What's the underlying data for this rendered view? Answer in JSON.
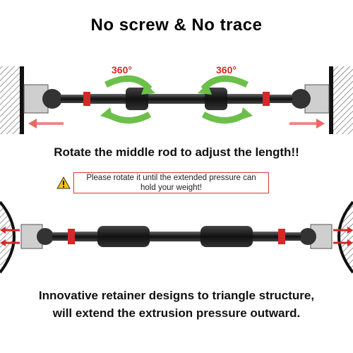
{
  "title": "No screw & No trace",
  "rotation": {
    "left_label": "360°",
    "right_label": "360°"
  },
  "instruction": "Rotate the middle rod to adjust the length!!",
  "warning": {
    "text_line1": "Please rotate it until the extended pressure can",
    "text_line2": "hold your weight!"
  },
  "description": {
    "line1": "Innovative retainer designs to triangle structure,",
    "line2": "will extend the extrusion pressure outward."
  },
  "colors": {
    "accent_red": "#d62828",
    "arrow_green": "#6cc04a",
    "rod_black": "#1a1a1a"
  }
}
